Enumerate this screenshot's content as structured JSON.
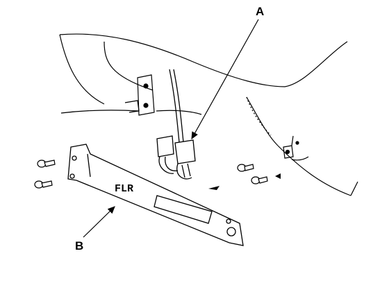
{
  "callouts": {
    "a": {
      "label": "A"
    },
    "b": {
      "label": "B"
    }
  },
  "plate_markings": {
    "text": "FLR"
  },
  "colors": {
    "ink": "#000000",
    "paper": "#ffffff"
  }
}
